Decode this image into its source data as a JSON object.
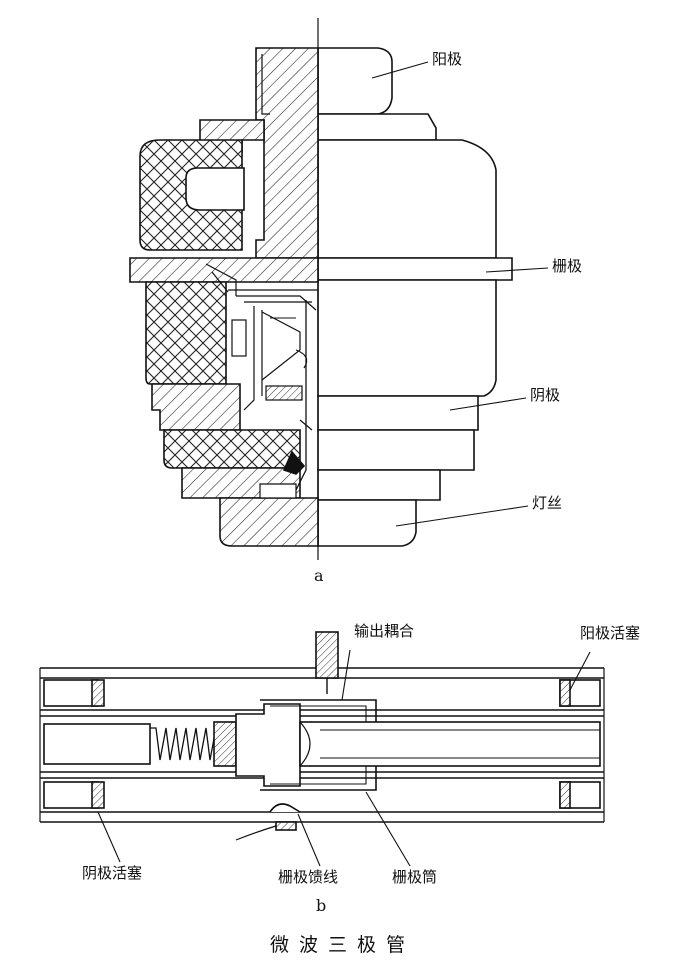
{
  "figure_a": {
    "labels": {
      "anode": "阳极",
      "grid": "栅极",
      "cathode": "阴极",
      "filament": "灯丝"
    },
    "sub_label": "a"
  },
  "figure_b": {
    "labels": {
      "output_coupling": "输出耦合",
      "anode_piston": "阳极活塞",
      "cathode_piston": "阴极活塞",
      "grid_feed": "栅极馈线",
      "grid_cylinder": "栅极筒"
    },
    "sub_label": "b"
  },
  "caption": "微波三极管"
}
